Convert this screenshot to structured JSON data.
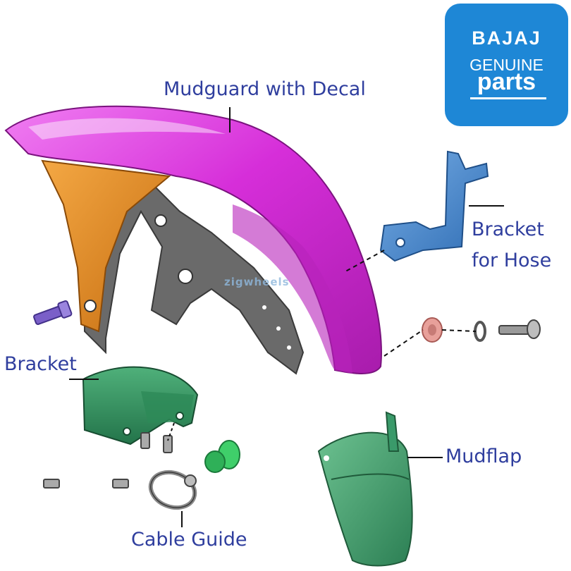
{
  "labels": {
    "mudguard": "Mudguard with Decal",
    "bracket_for_hose_line1": "Bracket",
    "bracket_for_hose_line2": "for Hose",
    "bracket": "Bracket",
    "mudflap": "Mudflap",
    "cable_guide": "Cable Guide"
  },
  "logo": {
    "brand": "BAJAJ",
    "line2": "GENUINE",
    "line3": "parts",
    "background": "#1e87d6"
  },
  "watermark": "zigwheels",
  "colors": {
    "label_text": "#2f3e9e",
    "mudguard": "#d62ed9",
    "decal": "#e08a1e",
    "bracket": "#2e8b57",
    "mudflap": "#3a9a6a",
    "hose_bracket": "#3f7fc8",
    "bolt": "#7a5fc8",
    "grommet": "#e8a09a"
  }
}
